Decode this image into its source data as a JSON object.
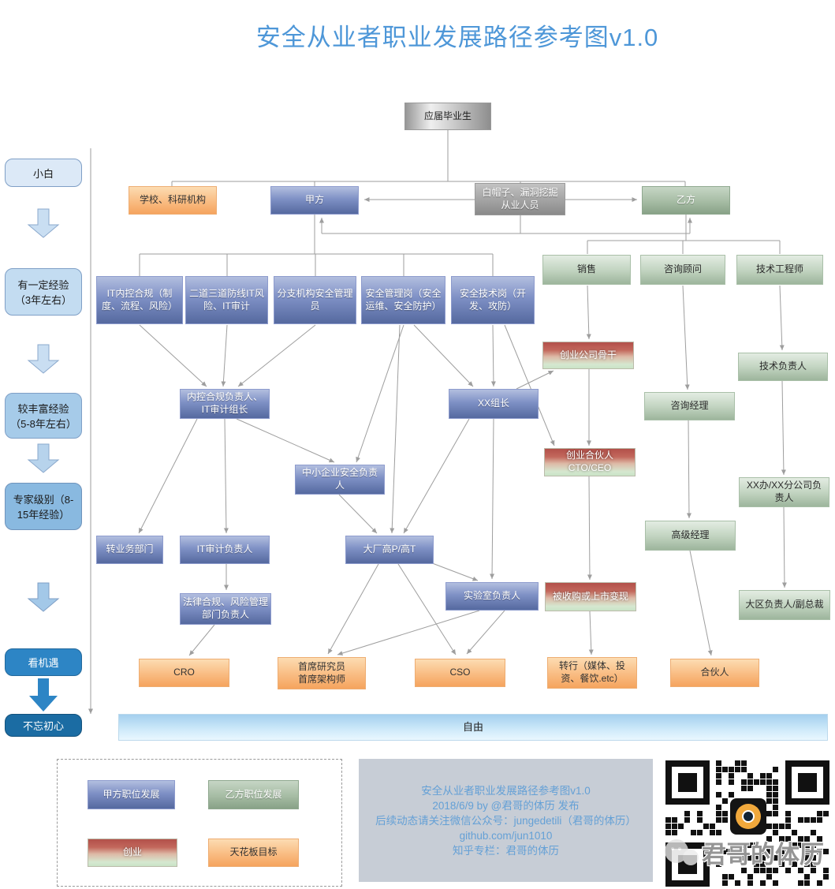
{
  "title": "安全从业者职业发展路径参考图v1.0",
  "sidebar": {
    "stages": [
      {
        "label": "小白"
      },
      {
        "label": "有一定经验（3年左右）"
      },
      {
        "label": "较丰富经验（5-8年左右）"
      },
      {
        "label": "专家级别（8-15年经验）"
      },
      {
        "label": "看机遇"
      },
      {
        "label": "不忘初心"
      }
    ]
  },
  "nodes": {
    "graduate": {
      "label": "应届毕业生"
    },
    "school": {
      "label": "学校、科研机构"
    },
    "party_a": {
      "label": "甲方"
    },
    "white_hat": {
      "label": "白帽子、漏洞挖掘从业人员"
    },
    "party_b": {
      "label": "乙方"
    },
    "it_compliance": {
      "label": "IT内控合规（制度、流程、风险）"
    },
    "defense_lines": {
      "label": "二道三道防线IT风险、IT审计"
    },
    "branch_admin": {
      "label": "分支机构安全管理员"
    },
    "sec_mgmt": {
      "label": "安全管理岗（安全运维、安全防护）"
    },
    "sec_tech": {
      "label": "安全技术岗（开发、攻防）"
    },
    "sales": {
      "label": "销售"
    },
    "consultant": {
      "label": "咨询顾问"
    },
    "tech_engineer": {
      "label": "技术工程师"
    },
    "startup_backbone": {
      "label": "创业公司骨干"
    },
    "tech_lead": {
      "label": "技术负责人"
    },
    "compliance_lead": {
      "label": "内控合规负责人、IT审计组长"
    },
    "team_lead": {
      "label": "XX组长"
    },
    "consult_mgr": {
      "label": "咨询经理"
    },
    "startup_partner": {
      "label": "创业合伙人CTO/CEO"
    },
    "sme_sec_lead": {
      "label": "中小企业安全负责人"
    },
    "branch_lead": {
      "label": "XX办/XX分公司负责人"
    },
    "senior_mgr": {
      "label": "高级经理"
    },
    "to_business": {
      "label": "转业务部门"
    },
    "it_audit_lead": {
      "label": "IT审计负责人"
    },
    "bigco_highp": {
      "label": "大厂高P/高T"
    },
    "lab_lead": {
      "label": "实验室负责人"
    },
    "acquired_ipo": {
      "label": "被收购或上市变现"
    },
    "region_lead": {
      "label": "大区负责人/副总裁"
    },
    "legal_risk_lead": {
      "label": "法律合规、风险管理部门负责人"
    },
    "cro": {
      "label": "CRO"
    },
    "chief_researcher": {
      "label": "首席研究员\n首席架构师"
    },
    "cso": {
      "label": "CSO"
    },
    "career_change": {
      "label": "转行（媒体、投资、餐饮.etc）"
    },
    "partner": {
      "label": "合伙人"
    },
    "freedom": {
      "label": "自由"
    }
  },
  "legend": {
    "items": [
      {
        "label": "甲方职位发展",
        "color": "blue"
      },
      {
        "label": "乙方职位发展",
        "color": "green-dark"
      },
      {
        "label": "创业",
        "color": "redgreen"
      },
      {
        "label": "天花板目标",
        "color": "orange"
      }
    ]
  },
  "info_box": {
    "lines": [
      "安全从业者职业发展路径参考图v1.0",
      "2018/6/9 by @君哥的体历 发布",
      "后续动态请关注微信公众号：jungedetili（君哥的体历）",
      "github.com/jun1010",
      "知乎专栏：君哥的体历"
    ]
  },
  "qr": {
    "watermark": "君哥的体历"
  },
  "colors": {
    "title_blue": "#4e97d8",
    "node_blue": "#55699f",
    "node_green": "#9db59c",
    "node_orange": "#f5a45e",
    "node_startup_red": "#b2504a",
    "info_bg": "#c7cdd6",
    "info_text": "#64a0d6",
    "stage_highlight": "#2d85c5",
    "connector_gray": "#9e9e9e"
  }
}
